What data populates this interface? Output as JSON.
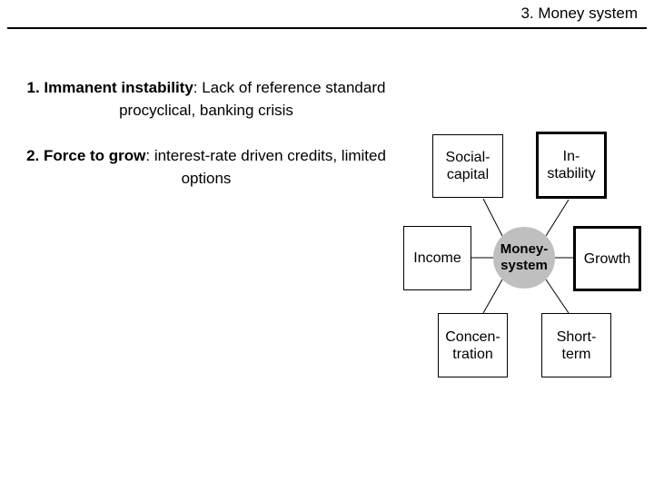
{
  "header": {
    "title": "3. Money system"
  },
  "bullets": [
    {
      "lead": "1. Immanent instability",
      "rest": ": Lack of reference standard procyclical, banking crisis"
    },
    {
      "lead": "2. Force to grow",
      "rest": ": interest-rate driven credits, limited options"
    }
  ],
  "diagram": {
    "center": {
      "label": "Money-system",
      "fill": "#bfbfbf",
      "stroke": "#bfbfbf"
    },
    "nodes": [
      {
        "id": "social-capital",
        "label": "Social-capital",
        "emphasis": false
      },
      {
        "id": "instability",
        "label": "In-stability",
        "emphasis": true
      },
      {
        "id": "income",
        "label": "Income",
        "emphasis": false
      },
      {
        "id": "growth",
        "label": "Growth",
        "emphasis": true
      },
      {
        "id": "concentration",
        "label": "Concen-tration",
        "emphasis": false
      },
      {
        "id": "short-term",
        "label": "Short-term",
        "emphasis": false
      }
    ],
    "connector_color": "#000000"
  }
}
